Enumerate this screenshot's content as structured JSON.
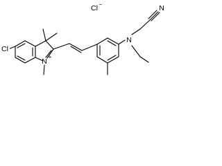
{
  "structure": {
    "counter_ion": {
      "symbol": "Cl",
      "charge": "−"
    },
    "atoms": {
      "chloro": "Cl",
      "indolium_nitrogen": "N",
      "indolium_charge": "+",
      "amine_nitrogen": "N",
      "nitrile_nitrogen": "N"
    }
  }
}
